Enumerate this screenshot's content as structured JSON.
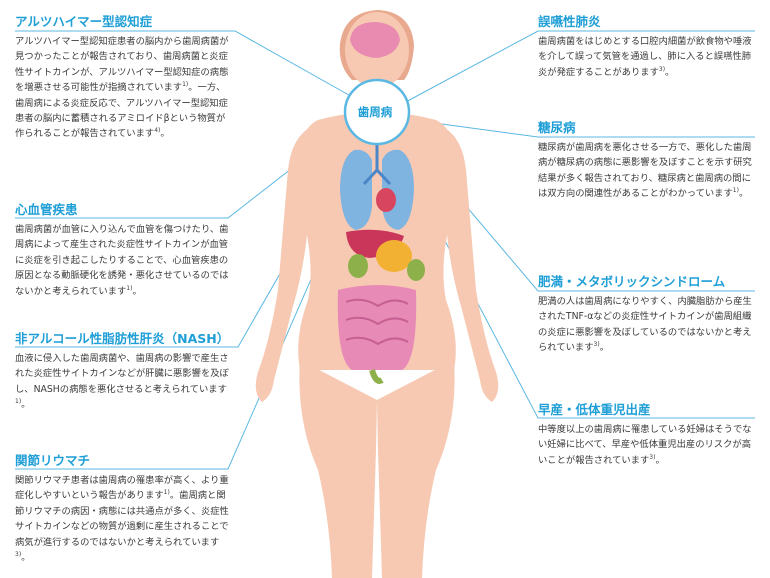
{
  "hub": {
    "label": "歯周病"
  },
  "colors": {
    "accent": "#1f9fd6",
    "text": "#3a3a3a",
    "skin": "#f7c9b3",
    "line": "#5bb8e2"
  },
  "diseases": {
    "alzheimer": {
      "title": "アルツハイマー型認知症",
      "body": "アルツハイマー型認知症患者の脳内から歯周病菌が見つかったことが報告されており、歯周病菌と炎症性サイトカインが、アルツハイマー型認知症の病態を増悪させる可能性が指摘されています",
      "ref1": "1)",
      "body2": "。一方、歯周病による炎症反応で、アルツハイマー型認知症患者の脳内に蓄積されるアミロイドβという物質が作られることが報告されています",
      "ref2": "4)",
      "tail": "。"
    },
    "cardio": {
      "title": "心血管疾患",
      "body": "歯周病菌が血管に入り込んで血管を傷つけたり、歯周病によって産生された炎症性サイトカインが血管に炎症を引き起こしたりすることで、心血管疾患の原因となる動脈硬化を誘発・悪化させているのではないかと考えられています",
      "ref": "1)",
      "tail": "。"
    },
    "nash": {
      "title": "非アルコール性脂肪性肝炎（NASH）",
      "body": "血液に侵入した歯周病菌や、歯周病の影響で産生された炎症性サイトカインなどが肝臓に悪影響を及ぼし、NASHの病態を悪化させると考えられています",
      "ref": "1)",
      "tail": "。"
    },
    "rheuma": {
      "title": "関節リウマチ",
      "body": "関節リウマチ患者は歯周病の罹患率が高く、より重症化しやすいという報告があります",
      "ref1": "1)",
      "body2": "。歯周病と関節リウマチの病因・病態には共通点が多く、炎症性サイトカインなどの物質が過剰に産生されることで病気が進行するのではないかと考えられています",
      "ref2": "3)",
      "tail": "。"
    },
    "pneumonia": {
      "title": "誤嚥性肺炎",
      "body": "歯周病菌をはじめとする口腔内細菌が飲食物や唾液を介して誤って気管を通過し、肺に入ると誤嚥性肺炎が発症することがあります",
      "ref": "3)",
      "tail": "。"
    },
    "diabetes": {
      "title": "糖尿病",
      "body": "糖尿病が歯周病を悪化させる一方で、悪化した歯周病が糖尿病の病態に悪影響を及ぼすことを示す研究結果が多く報告されており、糖尿病と歯周病の間には双方向の関連性があることがわかっています",
      "ref": "1)",
      "tail": "。"
    },
    "metabolic": {
      "title": "肥満・メタボリックシンドローム",
      "body": "肥満の人は歯周病になりやすく、内臓脂肪から産生されたTNF-αなどの炎症性サイトカインが歯周組織の炎症に悪影響を及ぼしているのではないかと考えられています",
      "ref": "3)",
      "tail": "。"
    },
    "preterm": {
      "title": "早産・低体重児出産",
      "body": "中等度以上の歯周病に罹患している妊婦はそうでない妊婦に比べて、早産や低体重児出産のリスクが高いことが報告されています",
      "ref": "3)",
      "tail": "。"
    }
  }
}
